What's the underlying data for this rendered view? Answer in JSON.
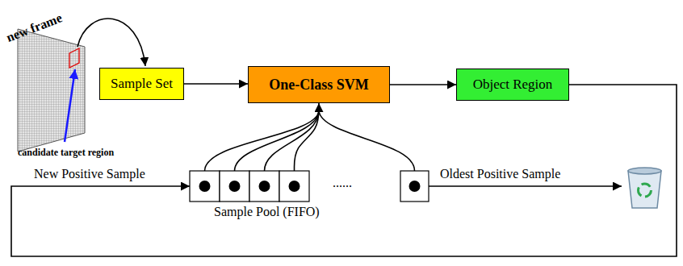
{
  "diagram": {
    "nodes": [
      {
        "text": [
          "Sample Set"
        ]
      },
      {
        "text": [
          "One-Class SVM"
        ]
      },
      {
        "text": [
          "Object Region"
        ]
      },
      {
        "text": [
          "Sample Pool (FIFO)"
        ]
      }
    ],
    "edges": [
      {
        "from": 0,
        "to": 1,
        "arrow": "to"
      },
      {
        "from": 1,
        "to": 2,
        "arrow": "to"
      },
      {
        "from": 3,
        "to": 1,
        "arrow": "to"
      },
      {
        "from": 2,
        "to": 3,
        "label": "New Positive Sample",
        "arrow": "to"
      }
    ],
    "labels": [
      "new frame",
      "candidate target region",
      "Oldest Positive Sample",
      "......"
    ]
  }
}
